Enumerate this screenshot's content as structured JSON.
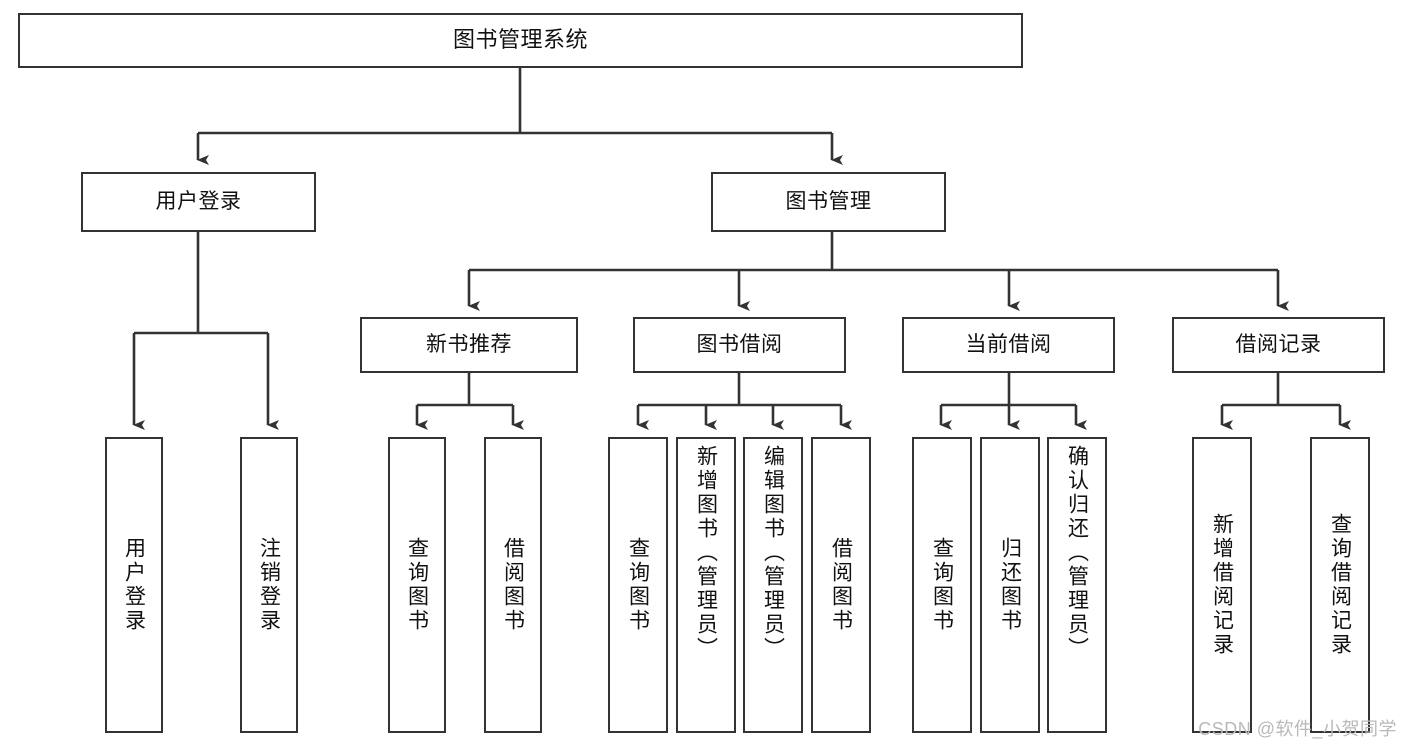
{
  "diagram": {
    "type": "tree",
    "root": {
      "label": "图书管理系统"
    },
    "level2": [
      {
        "label": "用户登录"
      },
      {
        "label": "图书管理"
      }
    ],
    "level3": [
      {
        "label": "新书推荐"
      },
      {
        "label": "图书借阅"
      },
      {
        "label": "当前借阅"
      },
      {
        "label": "借阅记录"
      }
    ],
    "leaves": {
      "user_login": [
        {
          "label": "用户登录"
        },
        {
          "label": "注销登录"
        }
      ],
      "new_book_recommend": [
        {
          "label": "查询图书"
        },
        {
          "label": "借阅图书"
        }
      ],
      "book_borrow": [
        {
          "label": "查询图书"
        },
        {
          "label": "新增图书（管理员）"
        },
        {
          "label": "编辑图书（管理员）"
        },
        {
          "label": "借阅图书"
        }
      ],
      "current_borrow": [
        {
          "label": "查询图书"
        },
        {
          "label": "归还图书"
        },
        {
          "label": "确认归还（管理员）"
        }
      ],
      "borrow_record": [
        {
          "label": "新增借阅记录"
        },
        {
          "label": "查询借阅记录"
        }
      ]
    }
  },
  "watermark": {
    "text": "CSDN @软件_小贺同学"
  },
  "colors": {
    "stroke": "#333333",
    "background": "#ffffff",
    "text": "#111111",
    "watermark": "#b9b9b9"
  }
}
